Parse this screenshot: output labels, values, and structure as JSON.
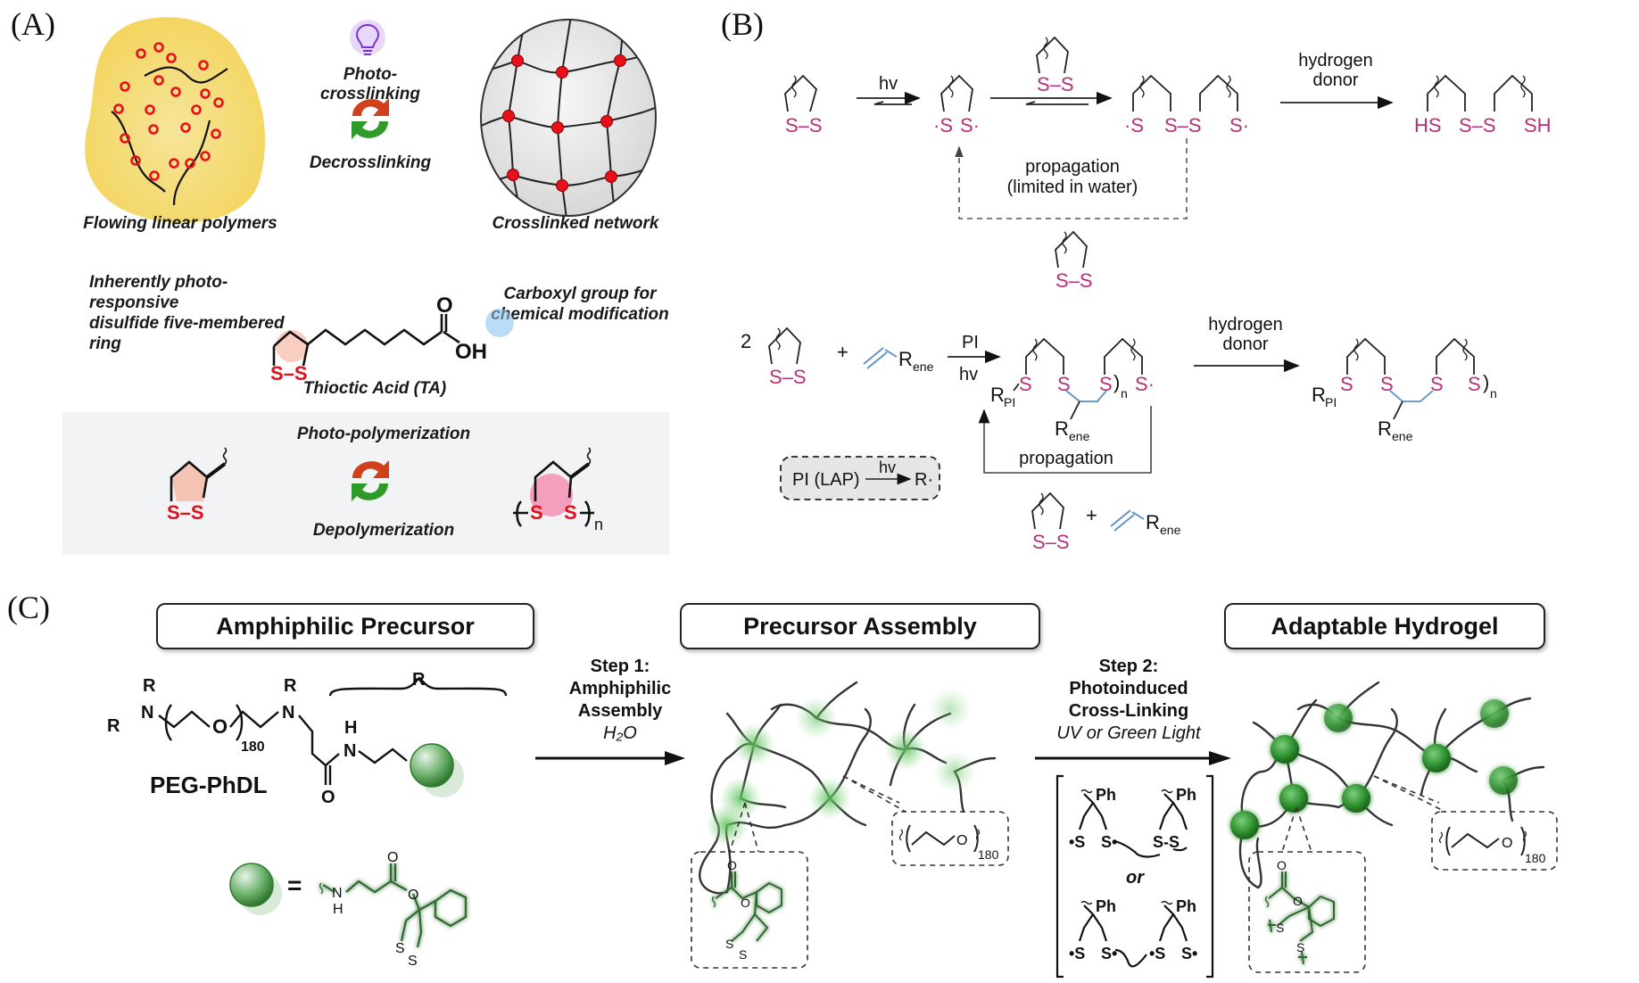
{
  "figure": {
    "panels": {
      "a": {
        "label": "(A)",
        "photo_crosslinking": "Photo-crosslinking",
        "decrosslinking": "Decrosslinking",
        "flowing_polymers": "Flowing linear polymers",
        "crosslinked_network": "Crosslinked network",
        "ring_note_line1": "Inherently photo-responsive",
        "ring_note_line2": "disulfide five-membered ring",
        "carboxyl_note_line1": "Carboxyl group for",
        "carboxyl_note_line2": "chemical modification",
        "ta_name": "Thioctic Acid (TA)",
        "oh_label": "OH",
        "o_label": "O",
        "ss_label": "S–S",
        "photo_polymerization": "Photo-polymerization",
        "depolymerization": "Depolymerization",
        "poly_s1": "S",
        "poly_s2": "S",
        "poly_n": "n",
        "colors": {
          "blob": "#f7dc7a",
          "crosslink_node": "#e8101a",
          "cycle_red": "#d0401a",
          "cycle_green": "#2f9a2a",
          "bulb": "#8a3fd6",
          "band": "#f2f3f5"
        }
      },
      "b": {
        "label": "(B)",
        "hv": "hv",
        "hydrogen_donor_line1": "hydrogen",
        "hydrogen_donor_line2": "donor",
        "propagation_limited_line1": "propagation",
        "propagation_limited_line2": "(limited in water)",
        "propagation": "propagation",
        "ss": "S–S",
        "s_radical_left": "·S",
        "s_radical_right": "S·",
        "s": "S",
        "hs": "HS",
        "sh": "SH",
        "coefficient": "2",
        "plus": "+",
        "r_ene": "R",
        "r_ene_sub": "ene",
        "r_pi": "R",
        "r_pi_sub": "PI",
        "pi": "PI",
        "n": "n",
        "lap_reagent": "PI (LAP)",
        "lap_product": "R·",
        "colors": {
          "sulfur": "#b5317a",
          "alkene": "#5a8fc8",
          "lap_box": "#e6e6e6"
        }
      },
      "c": {
        "label": "(C)",
        "box1": "Amphiphilic Precursor",
        "box2": "Precursor Assembly",
        "box3": "Adaptable Hydrogel",
        "step1_line1": "Step 1:",
        "step1_line2": "Amphiphilic",
        "step1_line3": "Assembly",
        "step1_condition": "H₂O",
        "step2_line1": "Step 2:",
        "step2_line2": "Photoinduced",
        "step2_line3": "Cross-Linking",
        "step2_condition": "UV or Green Light",
        "polymer_name": "PEG-PhDL",
        "r": "R",
        "n_atom": "N",
        "o_atom": "O",
        "h_atom": "H",
        "repeat_180": "180",
        "equals": "=",
        "ph": "Ph",
        "or": "or",
        "s_atom": "S",
        "colors": {
          "green": "#3c9a3c",
          "glow": "#7ad17a"
        }
      }
    }
  }
}
